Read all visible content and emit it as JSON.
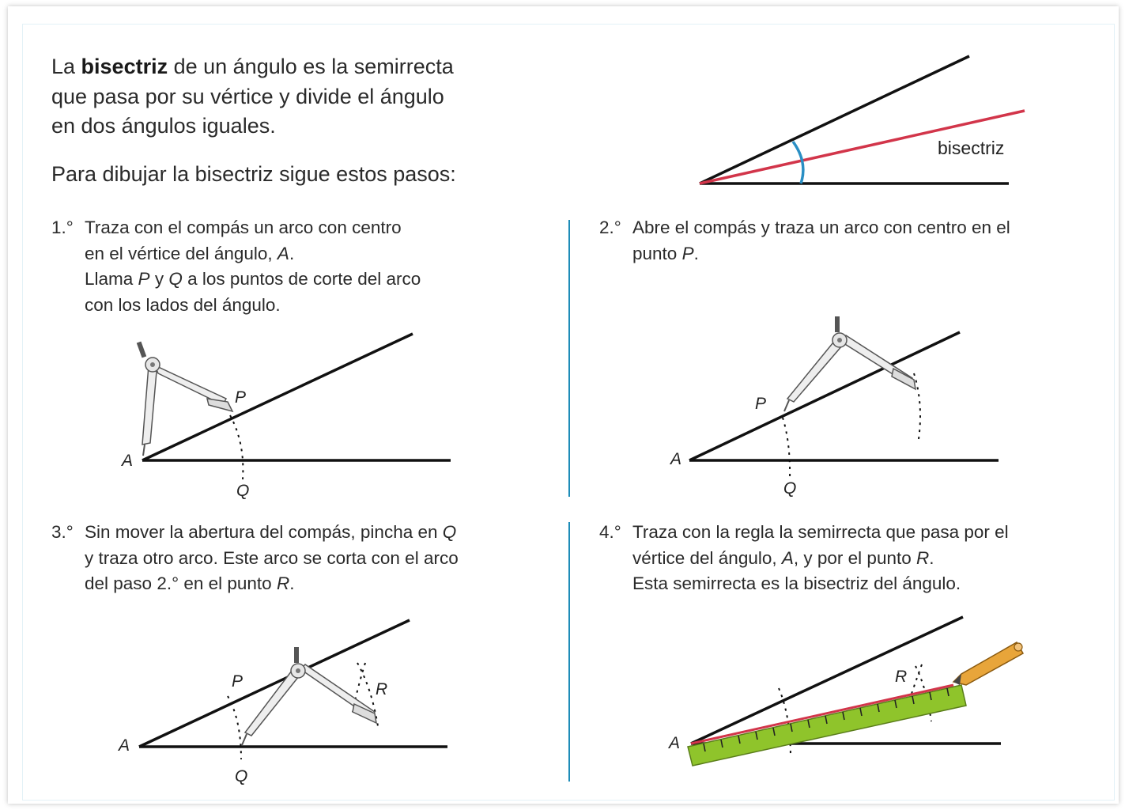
{
  "intro": {
    "line1_pre": "La ",
    "line1_bold": "bisectriz",
    "line1_post": " de un ángulo es la semirrecta",
    "line2": "que pasa por su vértice y divide el ángulo",
    "line3": "en dos ángulos iguales.",
    "instructions": "Para dibujar la bisectriz sigue estos pasos:"
  },
  "figure_main": {
    "label": "bisectriz"
  },
  "steps": [
    {
      "number": "1.°",
      "lines": [
        "Traza con el compás un arco con centro",
        "en el vértice del ángulo, ",
        "A",
        ".",
        "Llama ",
        "P",
        " y ",
        "Q",
        " a los puntos de corte del arco",
        "con los lados del ángulo."
      ],
      "labels": {
        "a": "A",
        "p": "P",
        "q": "Q"
      }
    },
    {
      "number": "2.°",
      "lines": [
        "Abre el compás y traza un arco con centro en el",
        "punto ",
        "P",
        "."
      ],
      "labels": {
        "a": "A",
        "p": "P",
        "q": "Q"
      }
    },
    {
      "number": "3.°",
      "lines": [
        "Sin mover la abertura del compás, pincha en ",
        "Q",
        "y traza otro arco. Este arco se corta con el arco",
        "del paso 2.° en el punto ",
        "R",
        "."
      ],
      "labels": {
        "a": "A",
        "p": "P",
        "q": "Q",
        "r": "R"
      }
    },
    {
      "number": "4.°",
      "lines": [
        "Traza con la regla la semirrecta que pasa por el",
        "vértice del ángulo, ",
        "A",
        ", y por el punto ",
        "R",
        ".",
        "Esta semirrecta es la bisectriz del ángulo."
      ],
      "labels": {
        "a": "A",
        "r": "R"
      }
    }
  ],
  "colors": {
    "line": "#111111",
    "bisector": "#d2354a",
    "arc": "#2a8fc4",
    "divider": "#1d8cb8",
    "ruler": "#8fc42b",
    "pencil": "#e8a53a"
  }
}
